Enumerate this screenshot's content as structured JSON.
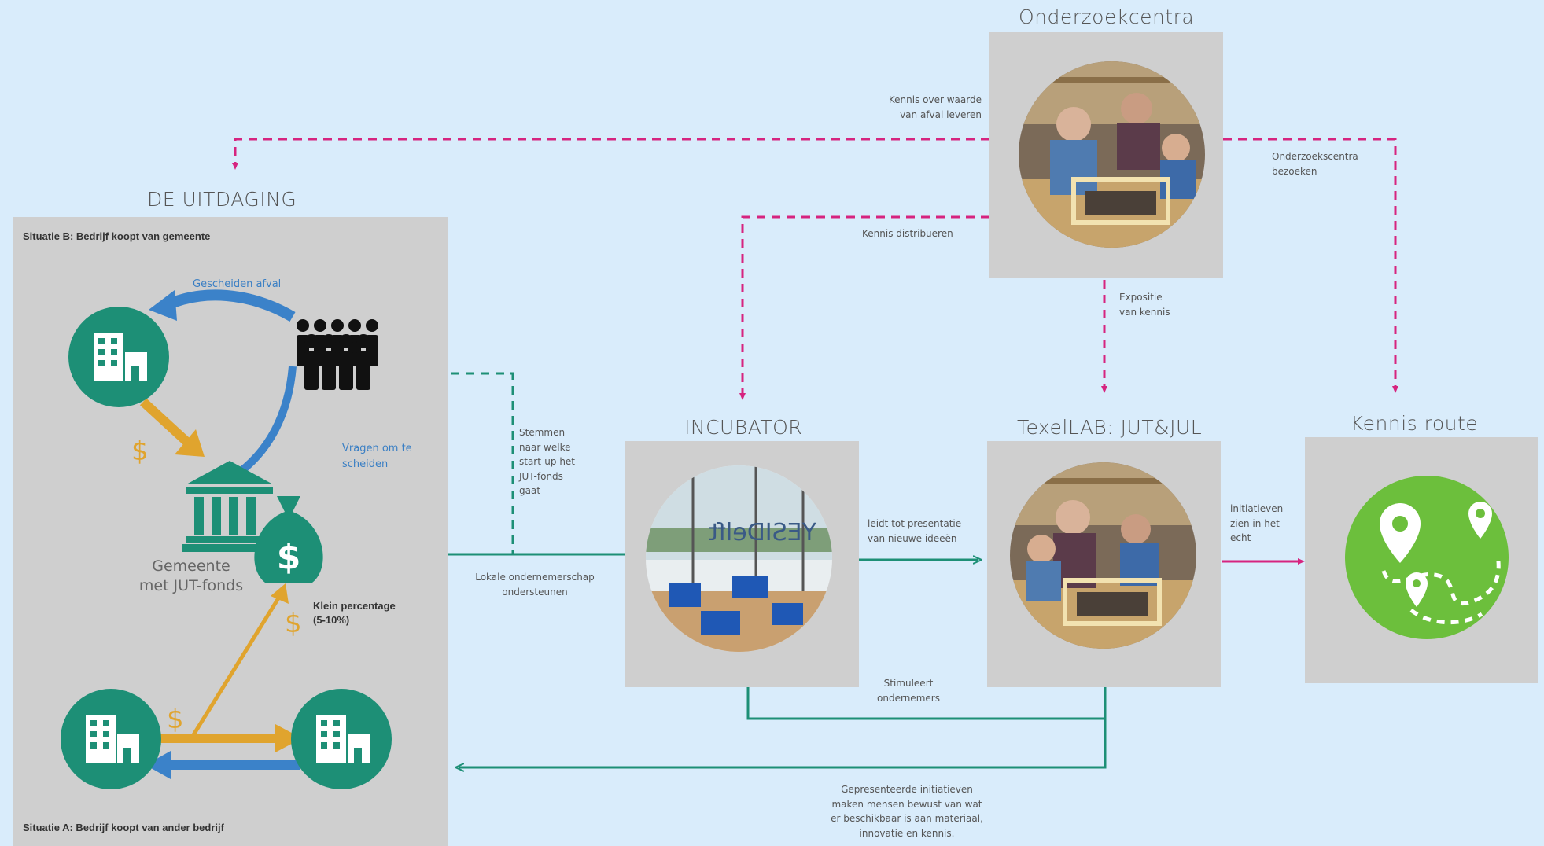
{
  "titles": {
    "onderzoekcentra": "Onderzoekcentra",
    "uitdaging": "DE UITDAGING",
    "incubator": "INCUBATOR",
    "texellab": "TexelLAB: JUT&JUL",
    "kennis_route": "Kennis route"
  },
  "uitdaging": {
    "situatie_b": "Situatie B: Bedrijf koopt van gemeente",
    "situatie_a": "Situatie A: Bedrijf koopt van ander bedrijf",
    "gescheiden_afval": "Gescheiden afval",
    "vragen_om_te_scheiden": "Vragen om te\nscheiden",
    "gemeente": "Gemeente\nmet JUT-fonds",
    "klein_percentage": "Klein percentage\n(5-10%)",
    "dollar": "$"
  },
  "labels": {
    "kennis_over_waarde": "Kennis over waarde\nvan afval leveren",
    "onderzoekscentra_bezoeken": "Onderzoekscentra\nbezoeken",
    "kennis_distribueren": "Kennis distribueren",
    "expositie": "Expositie\nvan kennis",
    "stemmen": "Stemmen\nnaar welke\nstart-up het\nJUT-fonds\ngaat",
    "lokale_ondernemerschap": "Lokale ondernemerschap\nondersteunen",
    "leidt_tot_presentatie": "leidt tot presentatie\nvan nieuwe ideeën",
    "initiatieven": "initiatieven\nzien in het\necht",
    "stimuleert": "Stimuleert\nondernemers",
    "gepresenteerde": "Gepresenteerde initiatieven\nmaken mensen bewust van wat\ner beschikbaar is aan materiaal,\ninnovatie en kennis."
  },
  "incubator_sign": "YESIDelft",
  "colors": {
    "background": "#d9ecfb",
    "panel": "#cfcfcf",
    "teal": "#1d8f76",
    "magenta": "#d6247f",
    "blue_arrow": "#3b82c9",
    "gold_arrow": "#e0a42e",
    "green_route": "#6cbf3c"
  },
  "icons": [
    "building-icon",
    "crowd-icon",
    "government-building-icon",
    "money-bag-icon",
    "dollar-icon",
    "map-pin-icon",
    "route-path-icon"
  ]
}
